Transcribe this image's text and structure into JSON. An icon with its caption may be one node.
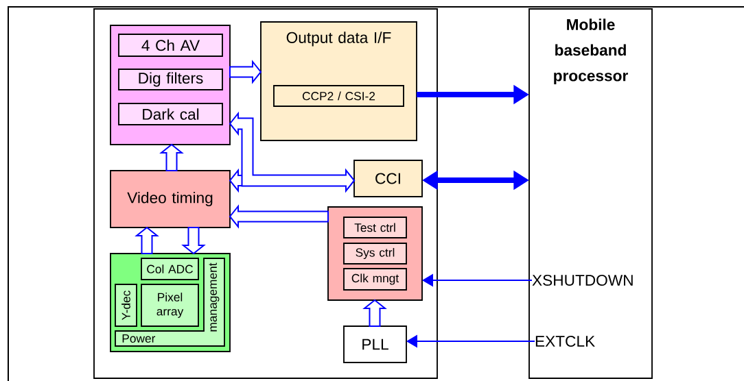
{
  "diagram": {
    "nodes": [
      {
        "text": [],
        "shape": "box"
      },
      {
        "text": [],
        "shape": "box",
        "in": 0
      },
      {
        "text": [
          "4 Ch AV"
        ],
        "in": 1
      },
      {
        "text": [
          "Dig filters"
        ],
        "in": 1
      },
      {
        "text": [
          "Dark cal"
        ],
        "in": 1
      },
      {
        "text": [
          "Output data I/F"
        ],
        "in": 0
      },
      {
        "text": [
          "CCP2 / CSI-2"
        ],
        "in": 5
      },
      {
        "text": [
          "CCI"
        ],
        "in": 0
      },
      {
        "text": [
          "Video timing"
        ],
        "in": 0
      },
      {
        "text": [],
        "shape": "box",
        "in": 0
      },
      {
        "text": [
          "Test ctrl"
        ],
        "in": 9
      },
      {
        "text": [
          "Sys ctrl"
        ],
        "in": 9
      },
      {
        "text": [
          "Clk mngt"
        ],
        "in": 9
      },
      {
        "text": [
          "PLL"
        ],
        "in": 0
      },
      {
        "text": [],
        "shape": "box",
        "in": 0
      },
      {
        "text": [
          "Col ADC"
        ],
        "in": 14
      },
      {
        "text": [
          "Y-dec"
        ],
        "in": 14
      },
      {
        "text": [
          "Pixel array"
        ],
        "in": 14
      },
      {
        "text": [
          "Power",
          "management"
        ],
        "in": 14
      },
      {
        "text": [
          "Mobile baseband processor"
        ]
      },
      {
        "text": [
          "XSHUTDOWN"
        ],
        "in": 19
      },
      {
        "text": [
          "EXTCLK"
        ],
        "in": 19
      }
    ],
    "edges": [
      {
        "from": 1,
        "to": 5,
        "arrow": "to"
      },
      {
        "from": 7,
        "to": 1,
        "arrow": "both"
      },
      {
        "from": 7,
        "to": 8,
        "arrow": "both"
      },
      {
        "from": 8,
        "to": 1,
        "arrow": "to"
      },
      {
        "from": 14,
        "to": 8,
        "arrow": "to"
      },
      {
        "from": 8,
        "to": 14,
        "arrow": "to"
      },
      {
        "from": 9,
        "to": 8,
        "arrow": "to"
      },
      {
        "from": 13,
        "to": 9,
        "arrow": "to"
      },
      {
        "from": 5,
        "to": 19,
        "arrow": "to",
        "style": "thick"
      },
      {
        "from": 7,
        "to": 19,
        "arrow": "both",
        "style": "thick"
      },
      {
        "from": 20,
        "to": 9,
        "arrow": "to"
      },
      {
        "from": 21,
        "to": 13,
        "arrow": "to"
      }
    ]
  }
}
